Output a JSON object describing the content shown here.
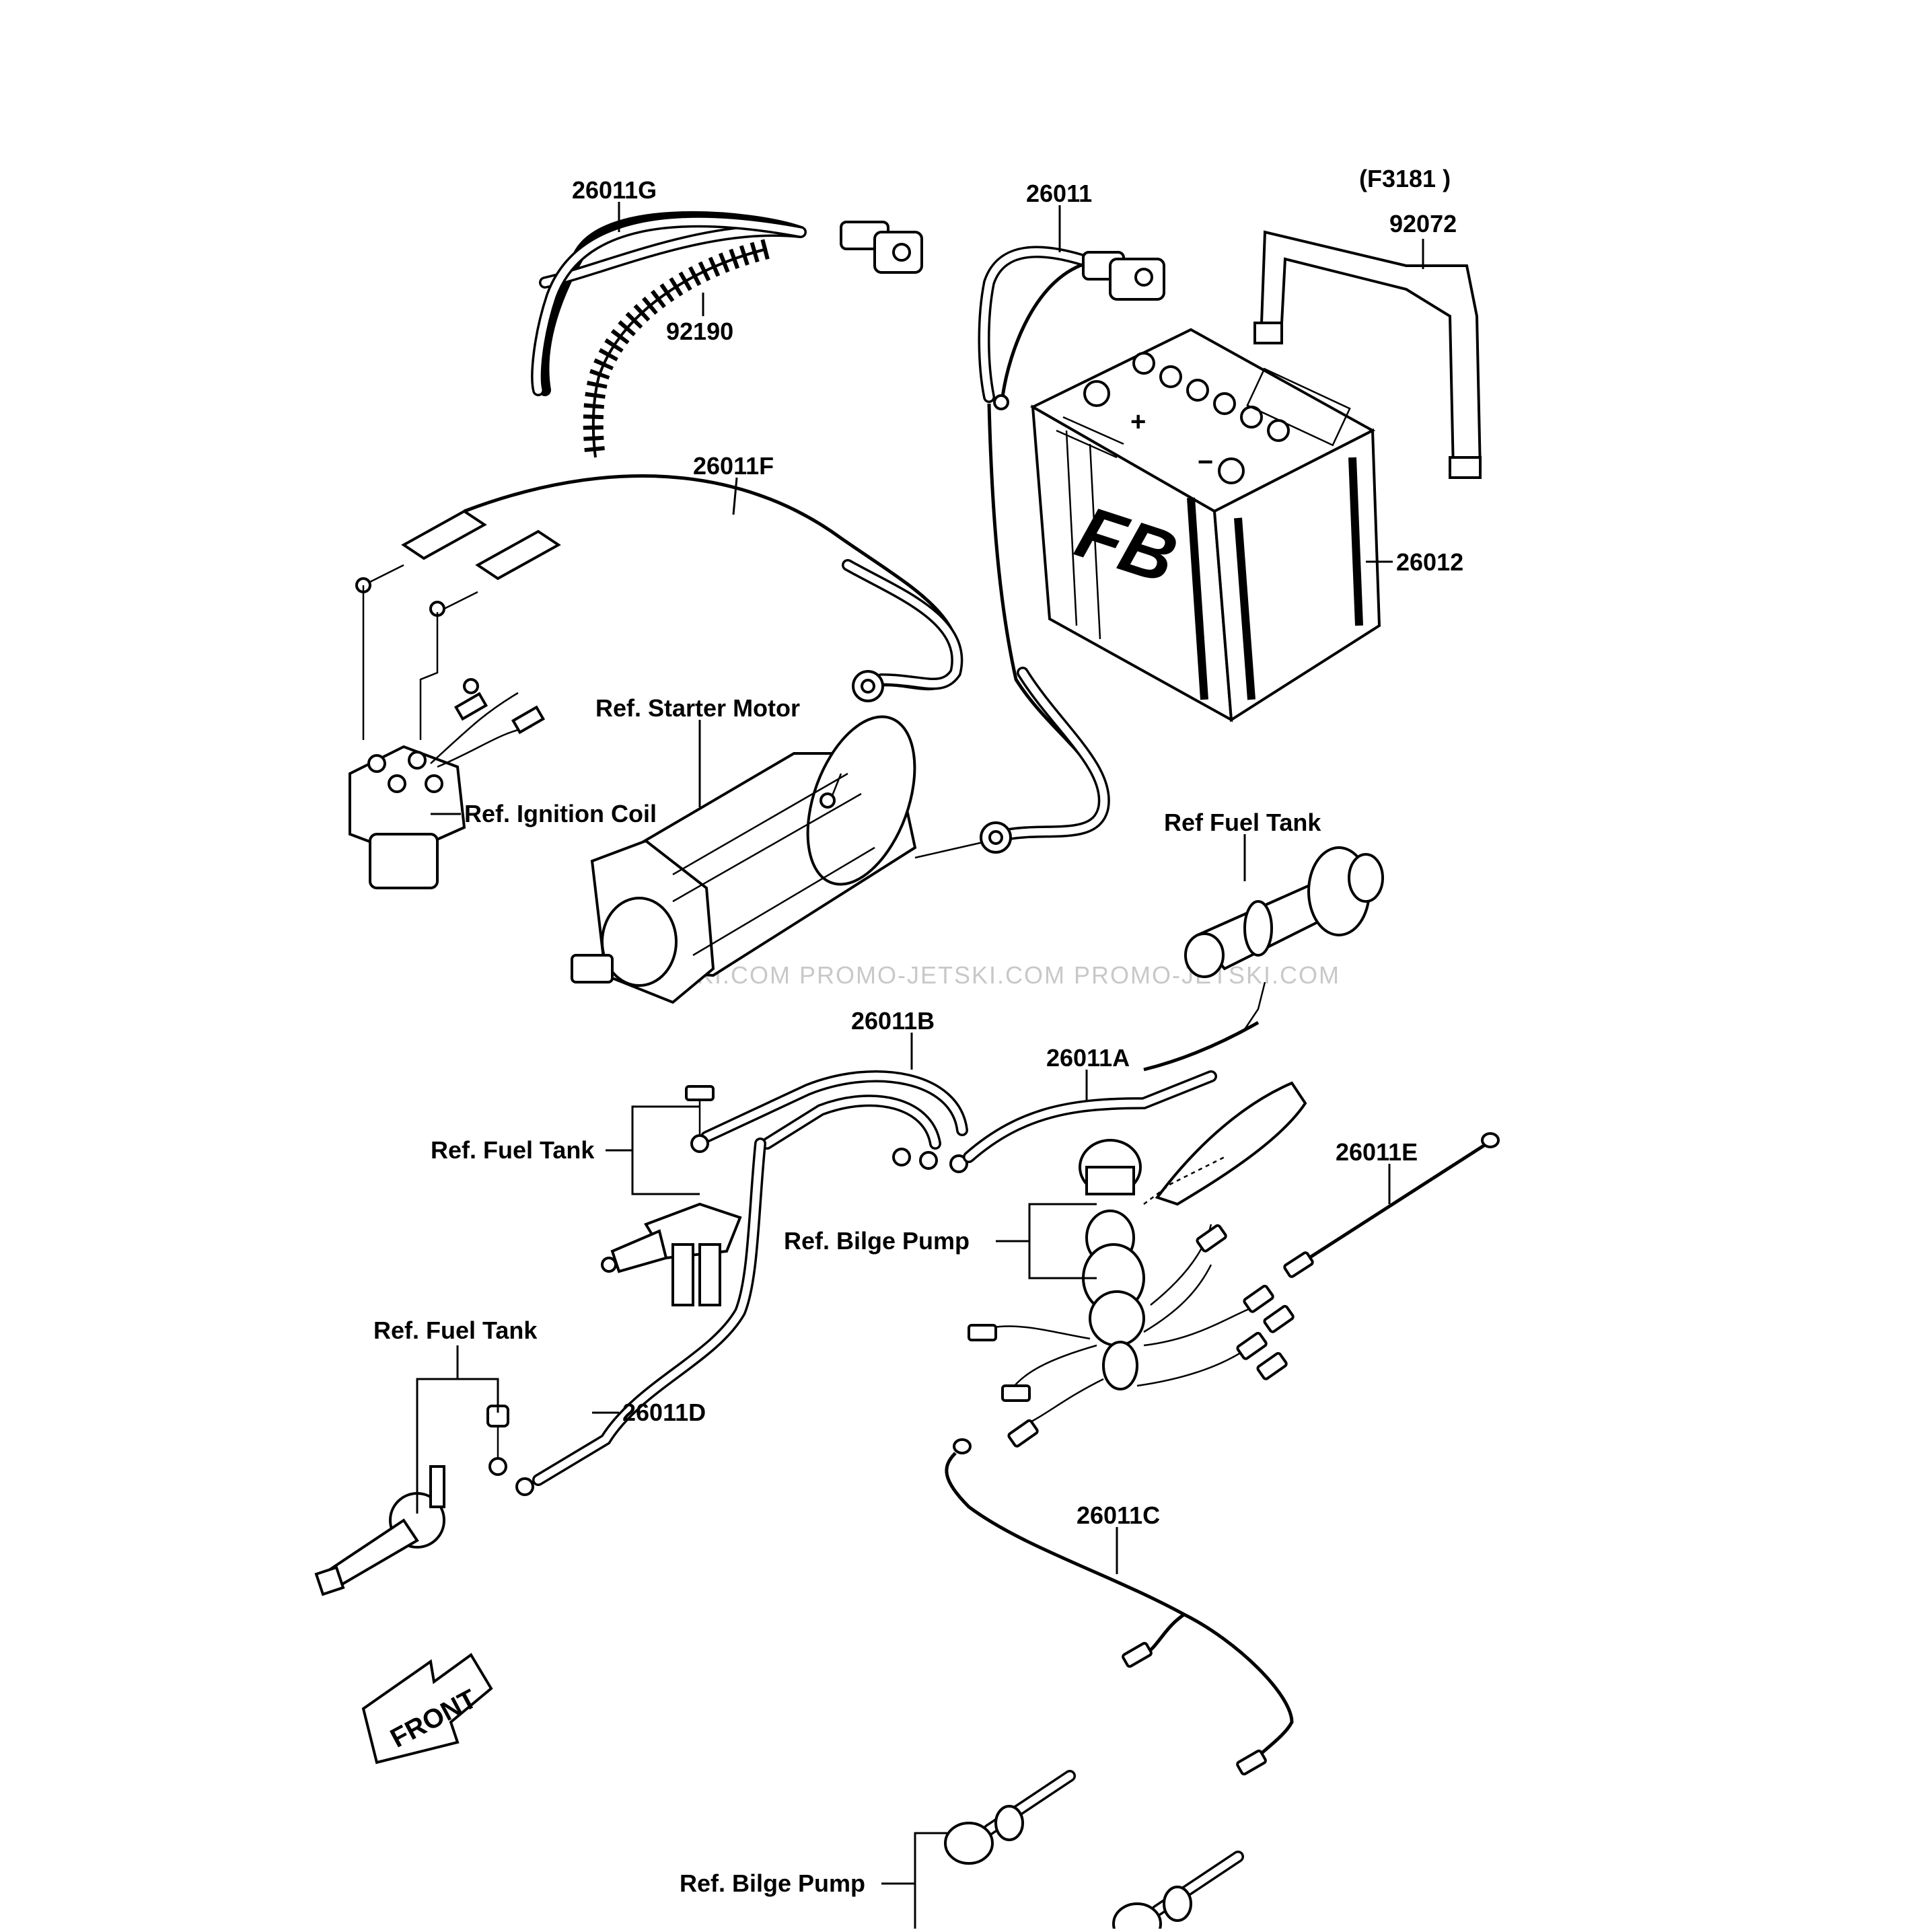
{
  "diagram": {
    "figure_code": "(F3181 )",
    "watermark": "JETSKI.COM  PROMO-JETSKI.COM  PROMO-JETSKI.COM",
    "labels": {
      "p26011G": "26011G",
      "p92190": "92190",
      "p26011": "26011",
      "p92072": "92072",
      "p26011F": "26011F",
      "p26012": "26012",
      "ref_starter_motor": "Ref. Starter Motor",
      "ref_ignition_coil": "Ref. Ignition Coil",
      "ref_fuel_tank_top": "Ref  Fuel Tank",
      "p26011B": "26011B",
      "p26011A": "26011A",
      "ref_fuel_tank_mid": "Ref. Fuel Tank",
      "p26011E": "26011E",
      "ref_bilge_pump_mid": "Ref. Bilge Pump",
      "ref_fuel_tank_low": "Ref. Fuel Tank",
      "p26011D": "26011D",
      "p26011C": "26011C",
      "ref_bilge_pump_low": "Ref. Bilge Pump",
      "front": "FRONT"
    },
    "battery_marks": {
      "brand": "FB",
      "minus": "−",
      "plus": "+"
    }
  }
}
